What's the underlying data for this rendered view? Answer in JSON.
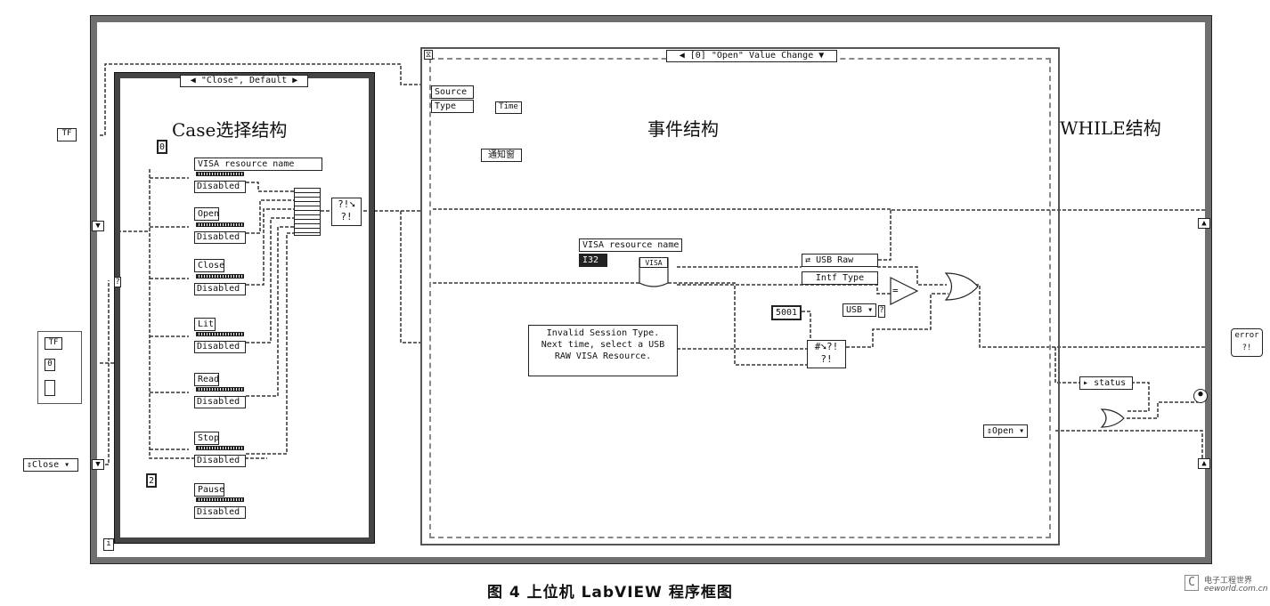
{
  "labels": {
    "case_structure": "Case选择结构",
    "event_structure": "事件结构",
    "while_structure": "WHILE结构"
  },
  "case_selector": "\"Close\", Default",
  "event_selector": "[0] \"Open\" Value Change",
  "caption": "图 4    上位机 LabVIEW 程序框图",
  "case_items": {
    "visa_resource": "VISA resource name",
    "open": "Open",
    "close": "Close",
    "lit": "Lit",
    "read": "Read",
    "stop": "Stop",
    "pause": "Pause",
    "disabled": "Disabled"
  },
  "constants": {
    "zero": "0",
    "two": "2",
    "code_5001": "5001",
    "usb": "USB",
    "i32": "I32",
    "tf": "TF"
  },
  "event_items": {
    "source": "Source",
    "type": "Type",
    "time": "Time",
    "notify": "通知窗",
    "visa_label": "VISA resource name",
    "usb_raw": "USB Raw",
    "intf_type": "Intf Type",
    "comment": "Invalid Session Type.\nNext time, select a USB\nRAW VISA Resource.",
    "status": "status"
  },
  "controls": {
    "close_enum": "Close",
    "open_enum": "Open",
    "error_out": "error"
  },
  "watermark": {
    "name": "电子工程世界",
    "url": "eeworld.com.cn"
  }
}
